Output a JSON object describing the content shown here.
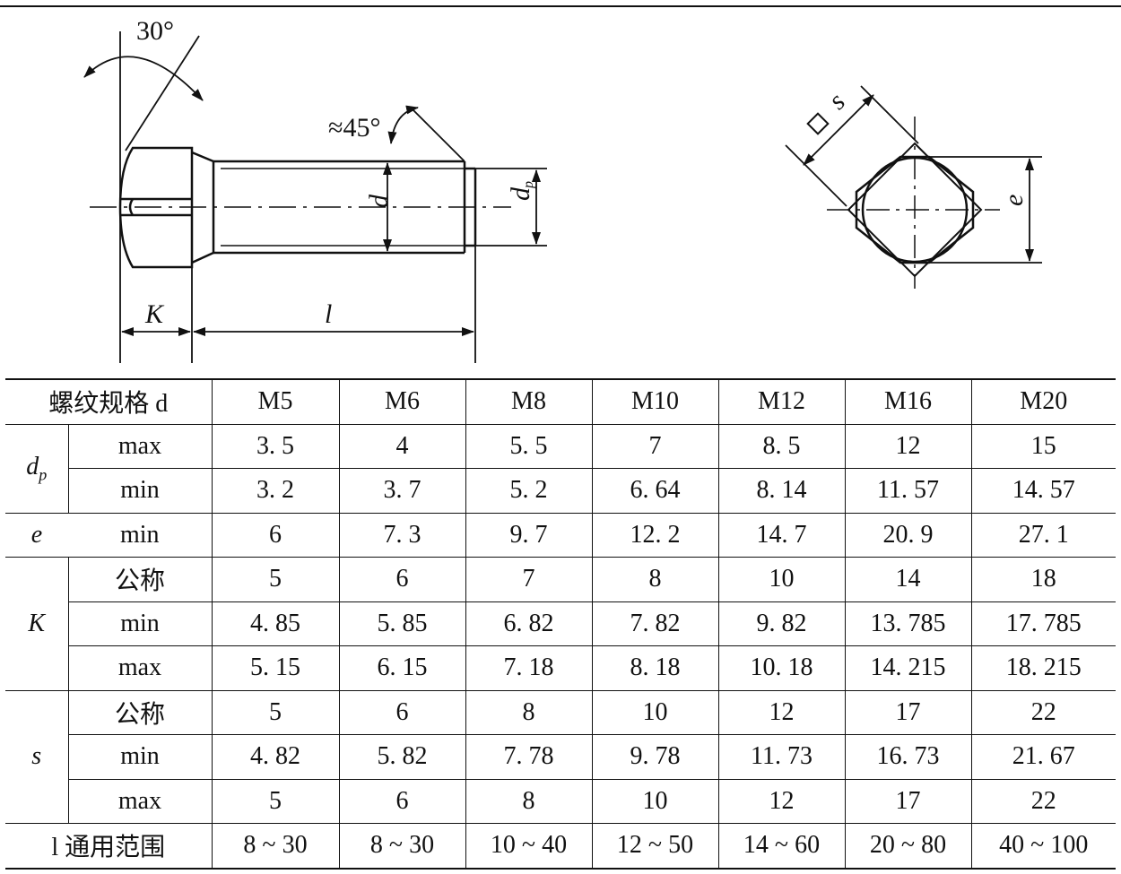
{
  "drawing": {
    "angle_head": "30°",
    "angle_chamfer": "≈45°",
    "label_d": "d",
    "label_dp": "d",
    "label_dp_sub": "p",
    "label_K": "K",
    "label_l": "l",
    "label_s": "s",
    "label_e": "e"
  },
  "table": {
    "header_label": "螺纹规格 d",
    "sizes": [
      "M5",
      "M6",
      "M8",
      "M10",
      "M12",
      "M16",
      "M20"
    ],
    "dp": {
      "symbol": "d",
      "symbol_sub": "p",
      "max_label": "max",
      "max": [
        "3. 5",
        "4",
        "5. 5",
        "7",
        "8. 5",
        "12",
        "15"
      ],
      "min_label": "min",
      "min": [
        "3. 2",
        "3. 7",
        "5. 2",
        "6. 64",
        "8. 14",
        "11. 57",
        "14. 57"
      ]
    },
    "e": {
      "symbol": "e",
      "min_label": "min",
      "min": [
        "6",
        "7. 3",
        "9. 7",
        "12. 2",
        "14. 7",
        "20. 9",
        "27. 1"
      ]
    },
    "K": {
      "symbol": "K",
      "nominal_label": "公称",
      "nominal": [
        "5",
        "6",
        "7",
        "8",
        "10",
        "14",
        "18"
      ],
      "min_label": "min",
      "min": [
        "4. 85",
        "5. 85",
        "6. 82",
        "7. 82",
        "9. 82",
        "13. 785",
        "17. 785"
      ],
      "max_label": "max",
      "max": [
        "5. 15",
        "6. 15",
        "7. 18",
        "8. 18",
        "10. 18",
        "14. 215",
        "18. 215"
      ]
    },
    "s": {
      "symbol": "s",
      "nominal_label": "公称",
      "nominal": [
        "5",
        "6",
        "8",
        "10",
        "12",
        "17",
        "22"
      ],
      "min_label": "min",
      "min": [
        "4. 82",
        "5. 82",
        "7. 78",
        "9. 78",
        "11. 73",
        "16. 73",
        "21. 67"
      ],
      "max_label": "max",
      "max": [
        "5",
        "6",
        "8",
        "10",
        "12",
        "17",
        "22"
      ]
    },
    "l_range": {
      "label": "l 通用范围",
      "values": [
        "8 ~ 30",
        "8 ~ 30",
        "10 ~ 40",
        "12 ~ 50",
        "14 ~ 60",
        "20 ~ 80",
        "40 ~ 100"
      ]
    }
  }
}
